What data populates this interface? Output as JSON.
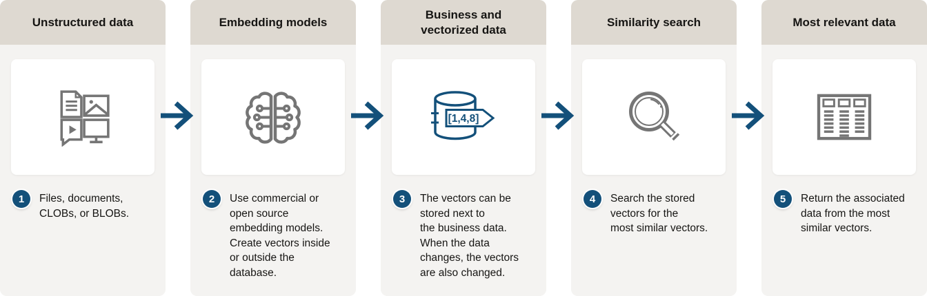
{
  "diagram_name": "AI Vector Search workflow",
  "colors": {
    "accent_blue": "#13507A",
    "header_band": "#DED9D1",
    "column_body": "#F4F3F1",
    "icon_gray": "#757575",
    "card_white": "#FFFFFF",
    "text": "#161513"
  },
  "stages": [
    {
      "step": "1",
      "title": "Unstructured data",
      "icon": "documents-media-icon",
      "caption": "Files, documents,\nCLOBs, or BLOBs."
    },
    {
      "step": "2",
      "title": "Embedding models",
      "icon": "brain-circuit-icon",
      "caption": "Use commercial or\nopen source\nembedding models.\nCreate vectors inside\nor outside the\ndatabase."
    },
    {
      "step": "3",
      "title": "Business and\nvectorized data",
      "icon": "vector-database-icon",
      "vector_label": "[1,4,8]",
      "caption": "The vectors can be\nstored next to\nthe business data.\nWhen the data\nchanges, the vectors\nare also changed."
    },
    {
      "step": "4",
      "title": "Similarity search",
      "icon": "magnifier-icon",
      "caption": "Search the stored\nvectors for the\nmost similar vectors."
    },
    {
      "step": "5",
      "title": "Most relevant data",
      "icon": "data-table-icon",
      "caption": "Return the associated\ndata from the most\nsimilar vectors."
    }
  ]
}
